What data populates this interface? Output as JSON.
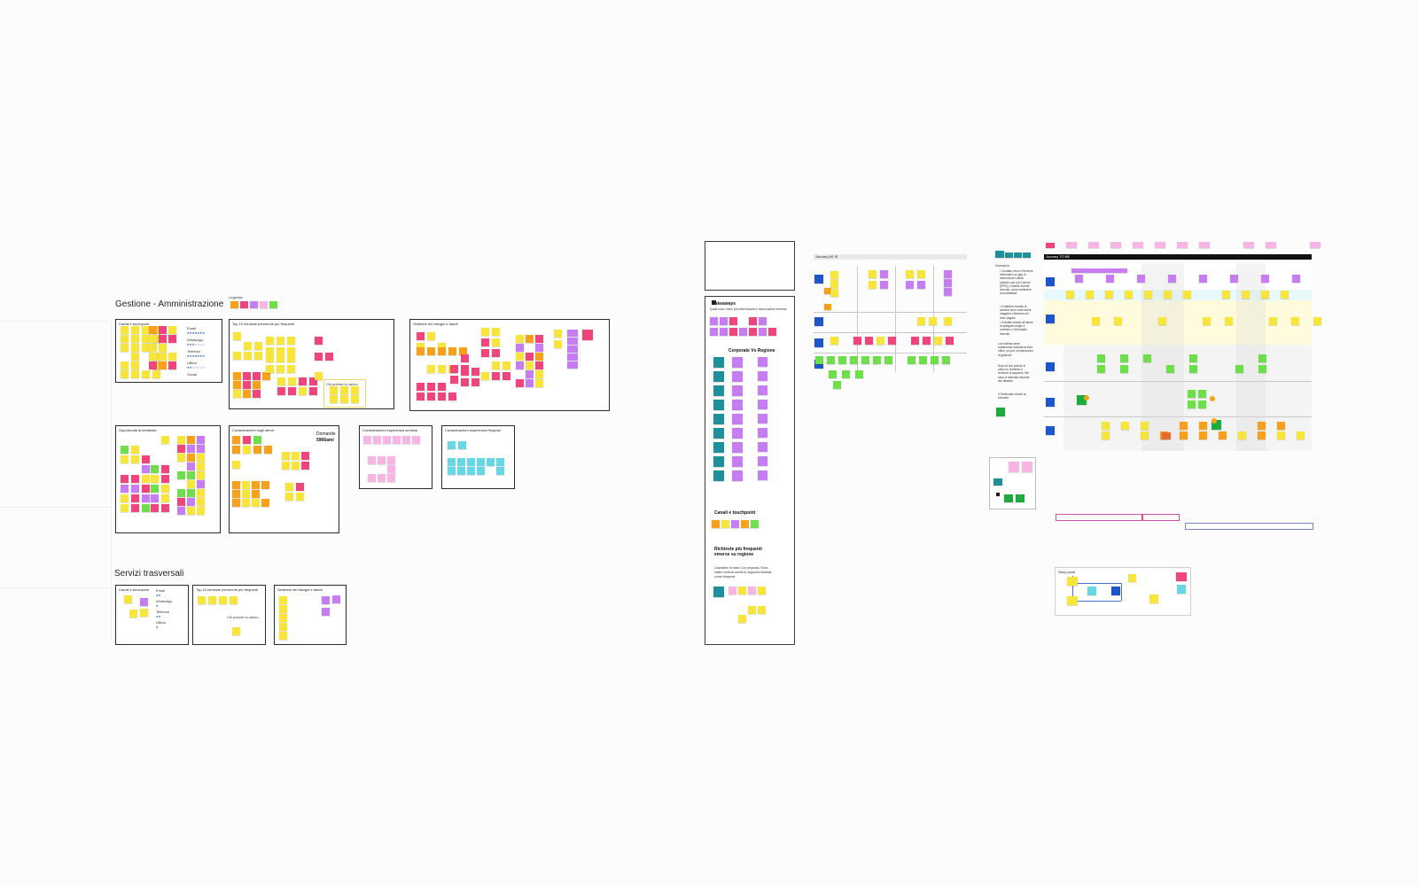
{
  "colors": {
    "yellow": "#f7e53b",
    "pink": "#f0447d",
    "orange": "#f6a01c",
    "purple": "#c77df2",
    "lightpink": "#f6b6e4",
    "green": "#6fde4b",
    "cyan": "#67d7e6",
    "teal": "#1e8f9b",
    "blue": "#1d56c6",
    "lightyellow": "#fff9cf",
    "darkgreen": "#1cab3c"
  },
  "sections": {
    "gestione": "Gestione - Amministrazione",
    "servizi": "Servizi trasversali"
  },
  "legend": {
    "title": "Legenda"
  },
  "boards": {
    "canali": "Canali e touchpoint",
    "top10": "Top 10 richieste pervenute più frequenti",
    "gestione_bisogni": "Gestione dei bisogni e bandi",
    "opportunita": "Opportunità di feedback",
    "considerazioni": "Considerazioni sugli utenti",
    "considerazioni_sentimo": "Considerazioni esperienza sentimo",
    "considerazioni_regione": "Considerazioni esperienza Regione",
    "serv_canali": "Canali e touchpoint",
    "serv_top10": "Top 10 richieste pervenute più frequenti",
    "serv_gestione": "Gestione dei bisogni e bandi",
    "journey1": "Journey AS IS",
    "journey2": "Journey TO BE",
    "story": "Story point"
  },
  "ratings": {
    "email": "Email",
    "whatsapp": "WhatsApp",
    "telefono": "Telefono",
    "ufficio": "Ufficio",
    "social": "Social"
  },
  "labels": {
    "domande_big": "Domande",
    "domande_num": "5966ami",
    "chi_prende": "Chi prende in carico",
    "chi_prende2": "Chi prende in carico"
  },
  "takeaways": {
    "title": "Takeaways",
    "subtitle": "Quali sono i temi più interessanti e osservazioni emerse",
    "corporate": "Corporate Vs Regione",
    "canali": "Canali e touchpoint",
    "richieste": "Richieste più frequenti emerse su regione",
    "richieste_desc": "Casistiche di base Con proposta. Sono inoltre emerse anche le seguenti richieste come frequenti:"
  },
  "scenario": {
    "title": "Scenario",
    "bullets": [
      "Contatto verso il fornitore informativo su app di memoria per ufficio pubblico per più Comuni (SPID), il cliente emette ricevuta, come richiedere la modulistica",
      "Il cittadino tramite la sezione form vuole avere maggiore chiarezza sul dove pagare",
      "Il Mobile chiede all'utente di spiegare meglio il contesto o l'eventuale ricevuta"
    ],
    "note1": "La richiesta viene solitamente inoltrata al front office, poi per un'operazione di gestione",
    "note2": "Dopo di che prende in carico la richiesta, il fornitore di supporto. Nel caso di mancata risposta del cittadino",
    "note3": "Il Gestionale chiude la richiesta"
  }
}
